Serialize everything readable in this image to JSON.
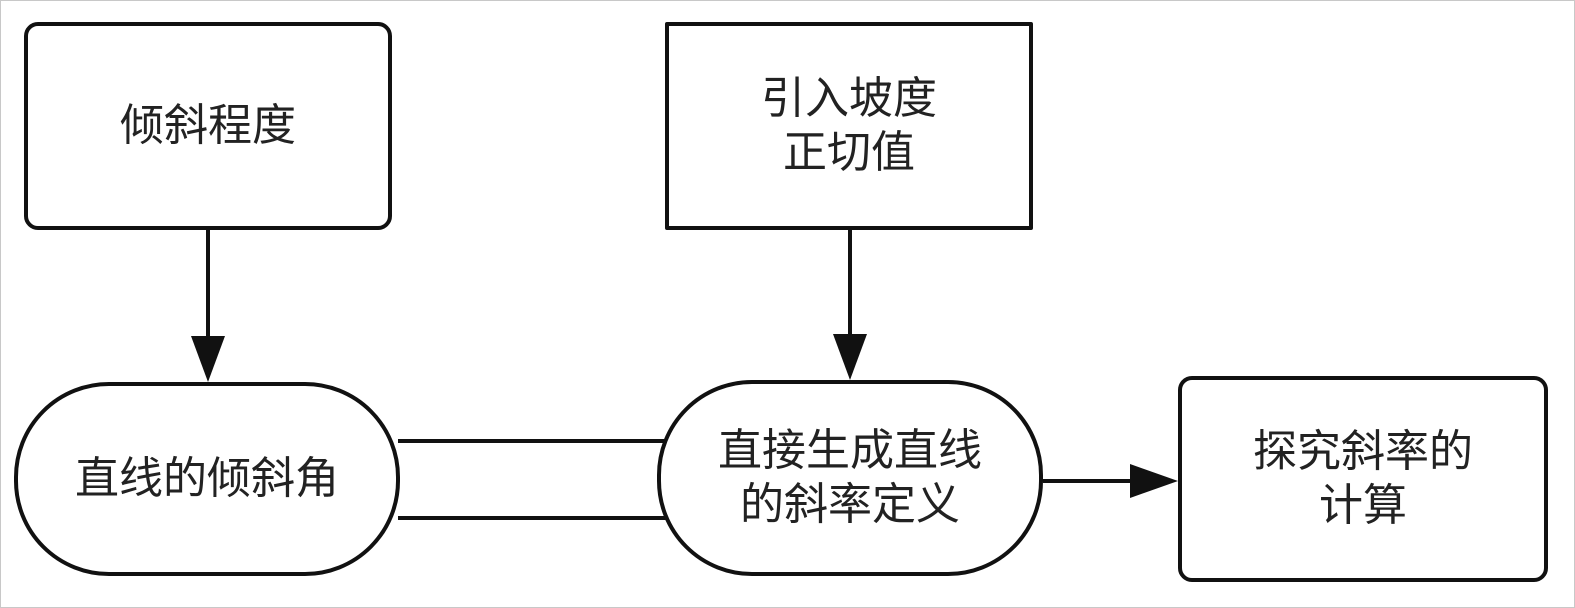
{
  "diagram": {
    "nodes": {
      "tilt_degree": "倾斜程度",
      "slope_tangent": "引入坡度\n正切值",
      "incline_angle": "直线的倾斜角",
      "slope_definition": "直接生成直线\n的斜率定义",
      "slope_calc": "探究斜率的\n计算"
    },
    "edges": [
      {
        "from": "tilt_degree",
        "to": "incline_angle",
        "style": "arrow"
      },
      {
        "from": "slope_tangent",
        "to": "slope_definition",
        "style": "arrow"
      },
      {
        "from": "incline_angle",
        "to": "slope_definition",
        "style": "double-line"
      },
      {
        "from": "slope_definition",
        "to": "slope_calc",
        "style": "arrow"
      }
    ],
    "colors": {
      "stroke": "#111111",
      "background": "#ffffff",
      "text": "#222222"
    }
  }
}
